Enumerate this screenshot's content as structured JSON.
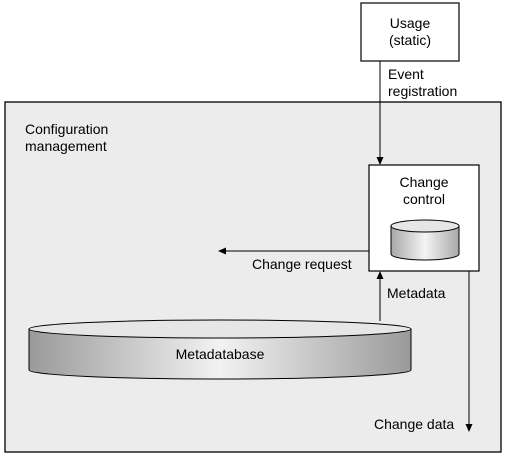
{
  "diagram": {
    "usage": {
      "line1": "Usage",
      "line2": "(static)"
    },
    "event_registration": {
      "line1": "Event",
      "line2": "registration"
    },
    "configuration_management": {
      "line1": "Configuration",
      "line2": "management"
    },
    "change_control": {
      "line1": "Change",
      "line2": "control"
    },
    "change_request_label": "Change request",
    "metadata_label": "Metadata",
    "metadatabase_label": "Metadatabase",
    "change_data_label": "Change data"
  },
  "colors": {
    "region_fill": "#ececec",
    "box_fill": "#ffffff",
    "stroke": "#000000",
    "cylinder_gradient_light": "#f2f2f2",
    "cylinder_gradient_dark": "#a0a0a0",
    "cylinder_top": "#e6e6e6"
  }
}
